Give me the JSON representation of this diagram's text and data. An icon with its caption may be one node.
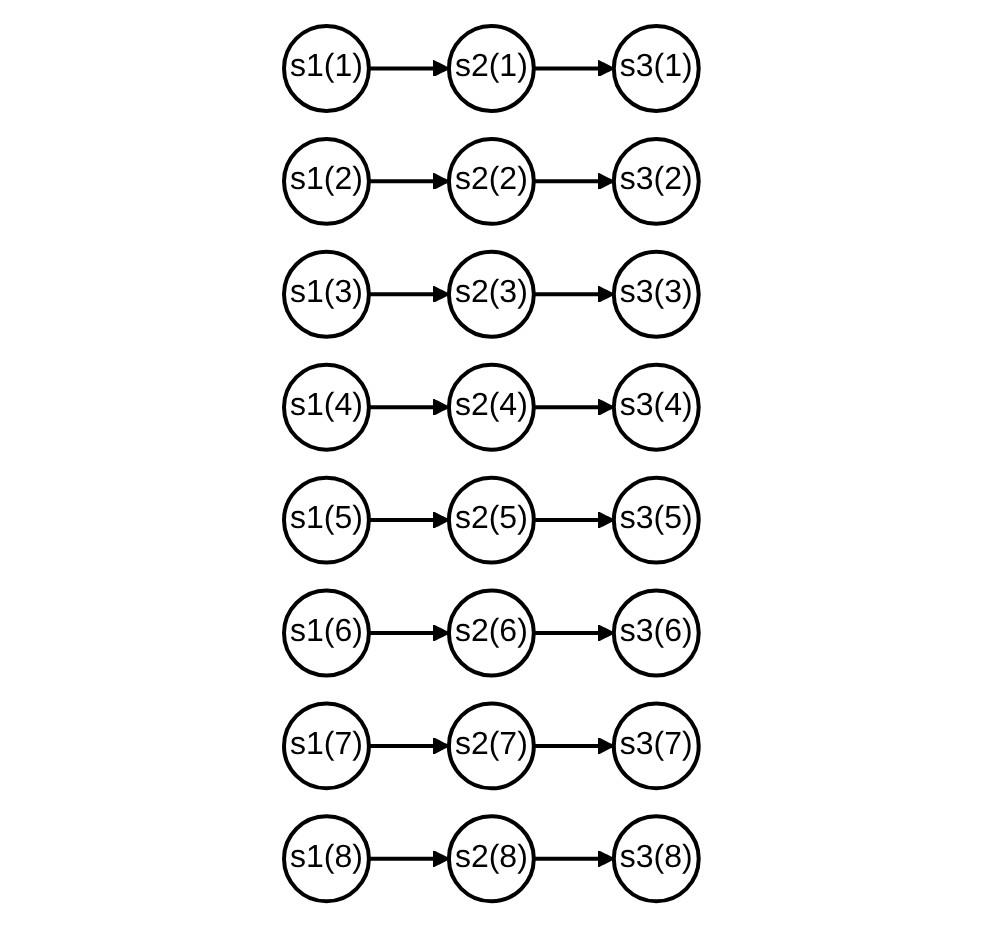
{
  "diagram": {
    "nodes": [
      {
        "text": [
          "s1(1)"
        ]
      },
      {
        "text": [
          "s1(2)"
        ]
      },
      {
        "text": [
          "s1(3)"
        ]
      },
      {
        "text": [
          "s1(4)"
        ]
      },
      {
        "text": [
          "s1(5)"
        ]
      },
      {
        "text": [
          "s1(6)"
        ]
      },
      {
        "text": [
          "s1(7)"
        ]
      },
      {
        "text": [
          "s1(8)"
        ]
      },
      {
        "text": [
          "s2(1)"
        ]
      },
      {
        "text": [
          "s2(2)"
        ]
      },
      {
        "text": [
          "s2(3)"
        ]
      },
      {
        "text": [
          "s2(4)"
        ]
      },
      {
        "text": [
          "s2(5)"
        ]
      },
      {
        "text": [
          "s2(6)"
        ]
      },
      {
        "text": [
          "s2(7)"
        ]
      },
      {
        "text": [
          "s2(8)"
        ]
      },
      {
        "text": [
          "s3(1)"
        ]
      },
      {
        "text": [
          "s3(2)"
        ]
      },
      {
        "text": [
          "s3(3)"
        ]
      },
      {
        "text": [
          "s3(4)"
        ]
      },
      {
        "text": [
          "s3(5)"
        ]
      },
      {
        "text": [
          "s3(6)"
        ]
      },
      {
        "text": [
          "s3(7)"
        ]
      },
      {
        "text": [
          "s3(8)"
        ]
      }
    ],
    "edges": [
      {
        "from": 0,
        "to": 8,
        "arrow": "to"
      },
      {
        "from": 1,
        "to": 9,
        "arrow": "to"
      },
      {
        "from": 2,
        "to": 10,
        "arrow": "to"
      },
      {
        "from": 3,
        "to": 11,
        "arrow": "to"
      },
      {
        "from": 4,
        "to": 12,
        "arrow": "to"
      },
      {
        "from": 5,
        "to": 13,
        "arrow": "to"
      },
      {
        "from": 6,
        "to": 14,
        "arrow": "to"
      },
      {
        "from": 7,
        "to": 15,
        "arrow": "to"
      },
      {
        "from": 8,
        "to": 16,
        "arrow": "to"
      },
      {
        "from": 9,
        "to": 17,
        "arrow": "to"
      },
      {
        "from": 10,
        "to": 18,
        "arrow": "to"
      },
      {
        "from": 11,
        "to": 19,
        "arrow": "to"
      },
      {
        "from": 12,
        "to": 20,
        "arrow": "to"
      },
      {
        "from": 13,
        "to": 21,
        "arrow": "to"
      },
      {
        "from": 14,
        "to": 22,
        "arrow": "to"
      },
      {
        "from": 15,
        "to": 23,
        "arrow": "to"
      }
    ]
  }
}
